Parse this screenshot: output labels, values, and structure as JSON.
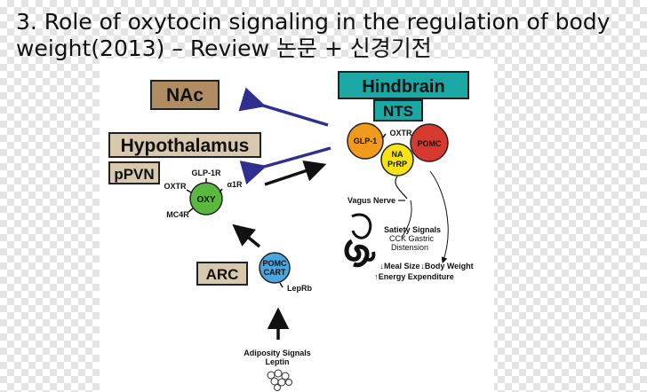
{
  "title": "3. Role of oxytocin signaling in the regulation of body weight(2013) – Review 논문 + 신경기전",
  "colors": {
    "brown_box": "#b08c62",
    "tan_box": "#d8c8ad",
    "teal_box": "#1ba7a4",
    "arrow_blue": "#2f2f8f",
    "glp1": "#f29a1c",
    "nap": "#f5e314",
    "pomc_red": "#d63a2e",
    "oxy_green": "#5bb83f",
    "pomc_blue": "#4aa6dc"
  },
  "labels": {
    "nac": "NAc",
    "hypothalamus": "Hypothalamus",
    "ppvn": "pPVN",
    "hindbrain": "Hindbrain",
    "nts": "NTS",
    "arc": "ARC",
    "glp1": "GLP-1",
    "oxtr_nts": "OXTR",
    "na": "NA",
    "prrp": "PrRP",
    "pomc": "POMC",
    "glp1r": "GLP-1R",
    "oxtr_pvn": "OXTR",
    "alpha1r": "α1R",
    "oxy": "OXY",
    "mc4r": "MC4R",
    "pomc_arc": "POMC",
    "cart": "CART",
    "leprb": "LepRb",
    "vagus": "Vagus Nerve",
    "satiety": "Satiety Signals",
    "cck": "CCK Gastric",
    "distension": "Distension",
    "meal_size": "↓Meal Size",
    "body_weight": "↓Body Weight",
    "energy": "↑Energy Expenditure",
    "adiposity": "Adiposity Signals",
    "leptin": "Leptin"
  }
}
